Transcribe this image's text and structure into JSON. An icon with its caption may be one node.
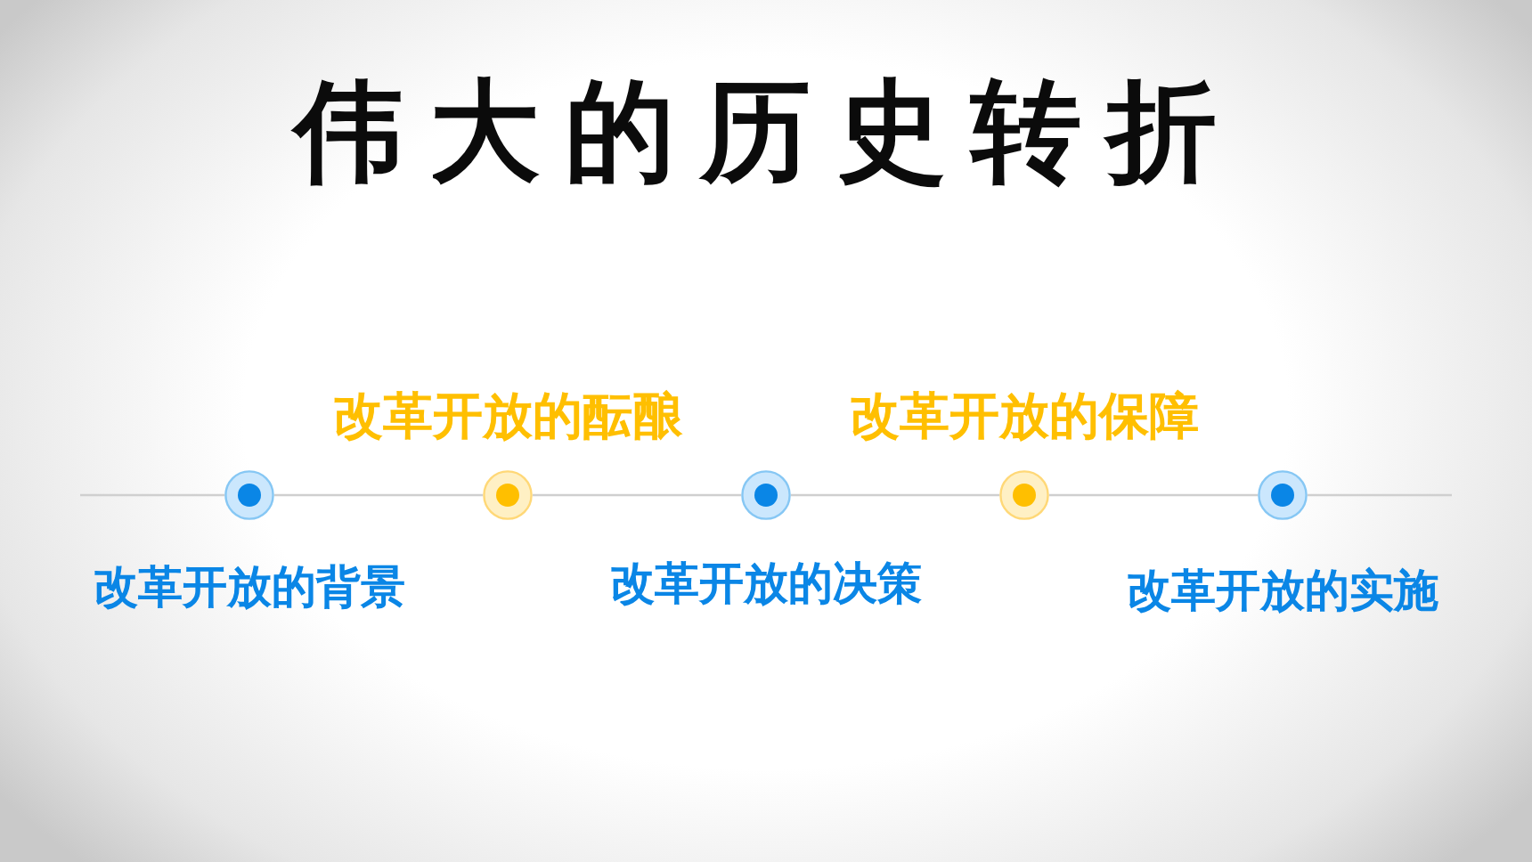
{
  "diagram": {
    "title": "伟大的历史转折",
    "nodes": [
      {
        "text": [],
        "shape": "circle",
        "beside": [
          "改革开放的背景"
        ]
      },
      {
        "text": [],
        "shape": "circle",
        "beside": [
          "改革开放的酝酿"
        ]
      },
      {
        "text": [],
        "shape": "circle",
        "beside": [
          "改革开放的决策"
        ]
      },
      {
        "text": [],
        "shape": "circle",
        "beside": [
          "改革开放的保障"
        ]
      },
      {
        "text": [],
        "shape": "circle",
        "beside": [
          "改革开放的实施"
        ]
      }
    ],
    "edges": [
      {
        "from": null,
        "to": 0,
        "arrow": "none"
      },
      {
        "from": 0,
        "to": 1,
        "arrow": "none"
      },
      {
        "from": 1,
        "to": 2,
        "arrow": "none"
      },
      {
        "from": 2,
        "to": 3,
        "arrow": "none"
      },
      {
        "from": 3,
        "to": 4,
        "arrow": "none"
      },
      {
        "from": 4,
        "to": null,
        "arrow": "none"
      }
    ]
  }
}
